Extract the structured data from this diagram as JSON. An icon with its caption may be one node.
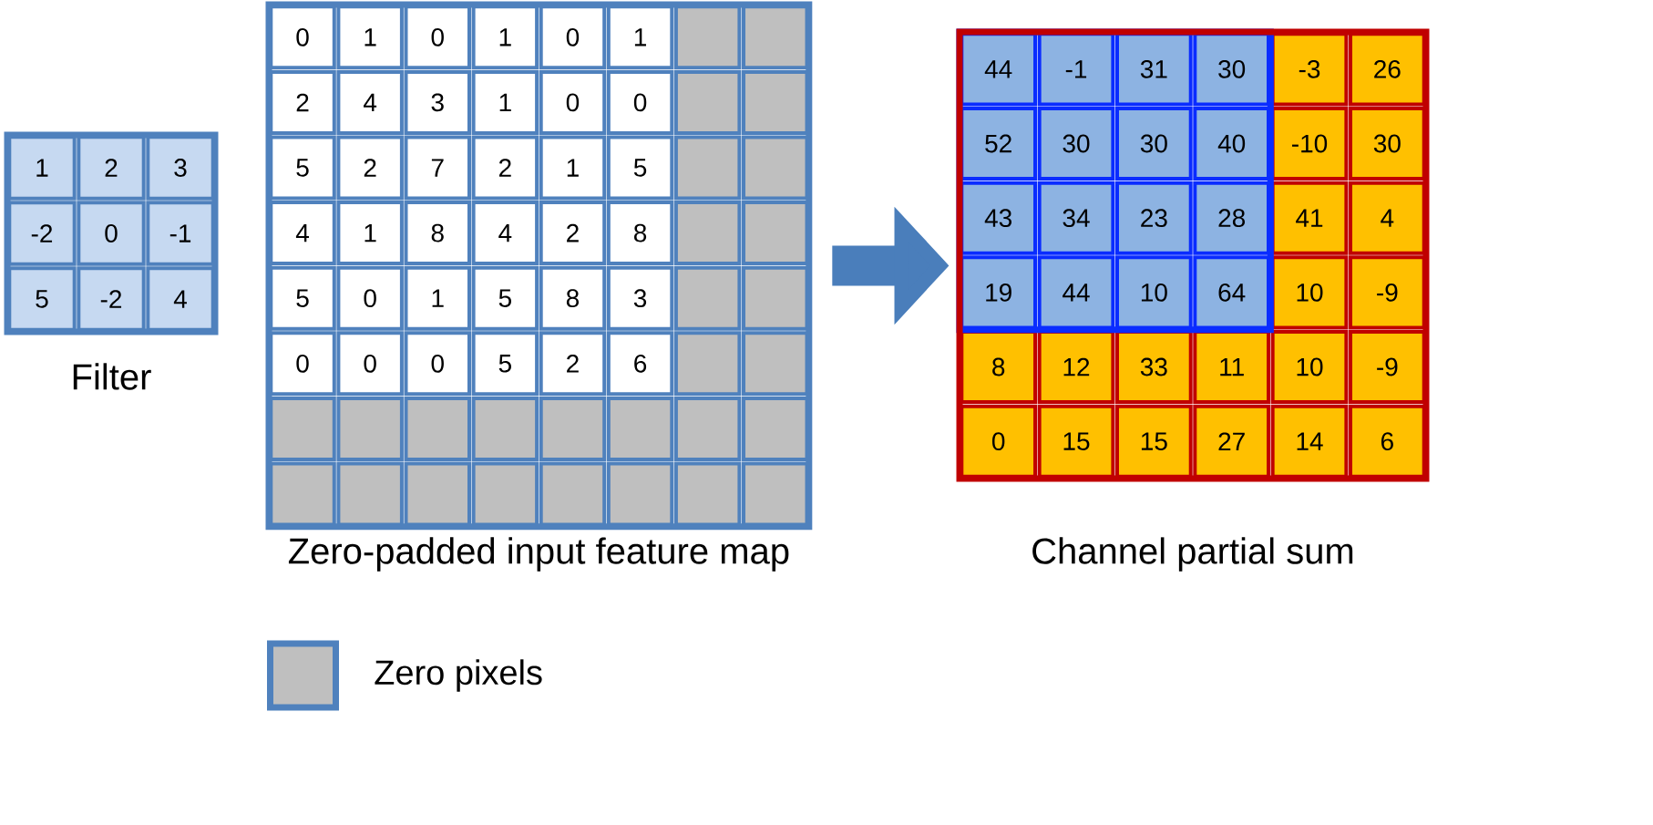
{
  "diagram": {
    "nodes": [
      {
        "text": [
          "Filter"
        ]
      },
      {
        "text": [
          "1"
        ],
        "in": 0
      },
      {
        "text": [
          "2"
        ],
        "in": 0
      },
      {
        "text": [
          "3"
        ],
        "in": 0
      },
      {
        "text": [
          "-2"
        ],
        "in": 0
      },
      {
        "text": [
          "0"
        ],
        "in": 0
      },
      {
        "text": [
          "-1"
        ],
        "in": 0
      },
      {
        "text": [
          "5"
        ],
        "in": 0
      },
      {
        "text": [
          "-2"
        ],
        "in": 0
      },
      {
        "text": [
          "4"
        ],
        "in": 0
      },
      {
        "text": [
          "Zero-padded input feature map"
        ]
      },
      {
        "text": [
          "0"
        ],
        "in": 10
      },
      {
        "text": [
          "1"
        ],
        "in": 10
      },
      {
        "text": [
          "0"
        ],
        "in": 10
      },
      {
        "text": [
          "1"
        ],
        "in": 10
      },
      {
        "text": [
          "0"
        ],
        "in": 10
      },
      {
        "text": [
          "1"
        ],
        "in": 10
      },
      {
        "text": [],
        "shape": "box",
        "in": 10
      },
      {
        "text": [],
        "shape": "box",
        "in": 10
      },
      {
        "text": [
          "2"
        ],
        "in": 10
      },
      {
        "text": [
          "4"
        ],
        "in": 10
      },
      {
        "text": [
          "3"
        ],
        "in": 10
      },
      {
        "text": [
          "1"
        ],
        "in": 10
      },
      {
        "text": [
          "0"
        ],
        "in": 10
      },
      {
        "text": [
          "0"
        ],
        "in": 10
      },
      {
        "text": [],
        "shape": "box",
        "in": 10
      },
      {
        "text": [],
        "shape": "box",
        "in": 10
      },
      {
        "text": [
          "5"
        ],
        "in": 10
      },
      {
        "text": [
          "2"
        ],
        "in": 10
      },
      {
        "text": [
          "7"
        ],
        "in": 10
      },
      {
        "text": [
          "2"
        ],
        "in": 10
      },
      {
        "text": [
          "1"
        ],
        "in": 10
      },
      {
        "text": [
          "5"
        ],
        "in": 10
      },
      {
        "text": [],
        "shape": "box",
        "in": 10
      },
      {
        "text": [],
        "shape": "box",
        "in": 10
      },
      {
        "text": [
          "4"
        ],
        "in": 10
      },
      {
        "text": [
          "1"
        ],
        "in": 10
      },
      {
        "text": [
          "8"
        ],
        "in": 10
      },
      {
        "text": [
          "4"
        ],
        "in": 10
      },
      {
        "text": [
          "2"
        ],
        "in": 10
      },
      {
        "text": [
          "8"
        ],
        "in": 10
      },
      {
        "text": [],
        "shape": "box",
        "in": 10
      },
      {
        "text": [],
        "shape": "box",
        "in": 10
      },
      {
        "text": [
          "5"
        ],
        "in": 10
      },
      {
        "text": [
          "0"
        ],
        "in": 10
      },
      {
        "text": [
          "1"
        ],
        "in": 10
      },
      {
        "text": [
          "5"
        ],
        "in": 10
      },
      {
        "text": [
          "8"
        ],
        "in": 10
      },
      {
        "text": [
          "3"
        ],
        "in": 10
      },
      {
        "text": [],
        "shape": "box",
        "in": 10
      },
      {
        "text": [],
        "shape": "box",
        "in": 10
      },
      {
        "text": [
          "0"
        ],
        "in": 10
      },
      {
        "text": [
          "0"
        ],
        "in": 10
      },
      {
        "text": [
          "0"
        ],
        "in": 10
      },
      {
        "text": [
          "5"
        ],
        "in": 10
      },
      {
        "text": [
          "2"
        ],
        "in": 10
      },
      {
        "text": [
          "6"
        ],
        "in": 10
      },
      {
        "text": [],
        "shape": "box",
        "in": 10
      },
      {
        "text": [],
        "shape": "box",
        "in": 10
      },
      {
        "text": [],
        "shape": "box",
        "in": 10
      },
      {
        "text": [],
        "shape": "box",
        "in": 10
      },
      {
        "text": [],
        "shape": "box",
        "in": 10
      },
      {
        "text": [],
        "shape": "box",
        "in": 10
      },
      {
        "text": [],
        "shape": "box",
        "in": 10
      },
      {
        "text": [],
        "shape": "box",
        "in": 10
      },
      {
        "text": [],
        "shape": "box",
        "in": 10
      },
      {
        "text": [],
        "shape": "box",
        "in": 10
      },
      {
        "text": [],
        "shape": "box",
        "in": 10
      },
      {
        "text": [],
        "shape": "box",
        "in": 10
      },
      {
        "text": [],
        "shape": "box",
        "in": 10
      },
      {
        "text": [],
        "shape": "box",
        "in": 10
      },
      {
        "text": [],
        "shape": "box",
        "in": 10
      },
      {
        "text": [],
        "shape": "box",
        "in": 10
      },
      {
        "text": [],
        "shape": "box",
        "in": 10
      },
      {
        "text": [],
        "shape": "box",
        "in": 10
      },
      {
        "text": [
          "Channel partial sum"
        ]
      },
      {
        "text": [],
        "shape": "box",
        "in": 75
      },
      {
        "text": [
          "44"
        ],
        "in": 76
      },
      {
        "text": [
          "-1"
        ],
        "in": 76
      },
      {
        "text": [
          "31"
        ],
        "in": 76
      },
      {
        "text": [
          "30"
        ],
        "in": 76
      },
      {
        "text": [
          "-3"
        ],
        "in": 75
      },
      {
        "text": [
          "26"
        ],
        "in": 75
      },
      {
        "text": [
          "52"
        ],
        "in": 76
      },
      {
        "text": [
          "30"
        ],
        "in": 76
      },
      {
        "text": [
          "30"
        ],
        "in": 76
      },
      {
        "text": [
          "40"
        ],
        "in": 76
      },
      {
        "text": [
          "-10"
        ],
        "in": 75
      },
      {
        "text": [
          "30"
        ],
        "in": 75
      },
      {
        "text": [
          "43"
        ],
        "in": 76
      },
      {
        "text": [
          "34"
        ],
        "in": 76
      },
      {
        "text": [
          "23"
        ],
        "in": 76
      },
      {
        "text": [
          "28"
        ],
        "in": 76
      },
      {
        "text": [
          "41"
        ],
        "in": 75
      },
      {
        "text": [
          "4"
        ],
        "in": 75
      },
      {
        "text": [
          "19"
        ],
        "in": 76
      },
      {
        "text": [
          "44"
        ],
        "in": 76
      },
      {
        "text": [
          "10"
        ],
        "in": 76
      },
      {
        "text": [
          "64"
        ],
        "in": 76
      },
      {
        "text": [
          "10"
        ],
        "in": 75
      },
      {
        "text": [
          "-9"
        ],
        "in": 75
      },
      {
        "text": [
          "8"
        ],
        "in": 75
      },
      {
        "text": [
          "12"
        ],
        "in": 75
      },
      {
        "text": [
          "33"
        ],
        "in": 75
      },
      {
        "text": [
          "11"
        ],
        "in": 75
      },
      {
        "text": [
          "10"
        ],
        "in": 75
      },
      {
        "text": [
          "-9"
        ],
        "in": 75
      },
      {
        "text": [
          "0"
        ],
        "in": 75
      },
      {
        "text": [
          "15"
        ],
        "in": 75
      },
      {
        "text": [
          "15"
        ],
        "in": 75
      },
      {
        "text": [
          "27"
        ],
        "in": 75
      },
      {
        "text": [
          "14"
        ],
        "in": 75
      },
      {
        "text": [
          "6"
        ],
        "in": 75
      }
    ],
    "edges": [
      {
        "from": 10,
        "to": 75,
        "arrow": "to"
      }
    ],
    "legend": [
      {
        "text": "Zero pixels",
        "color": "#bfbfbf"
      }
    ]
  }
}
